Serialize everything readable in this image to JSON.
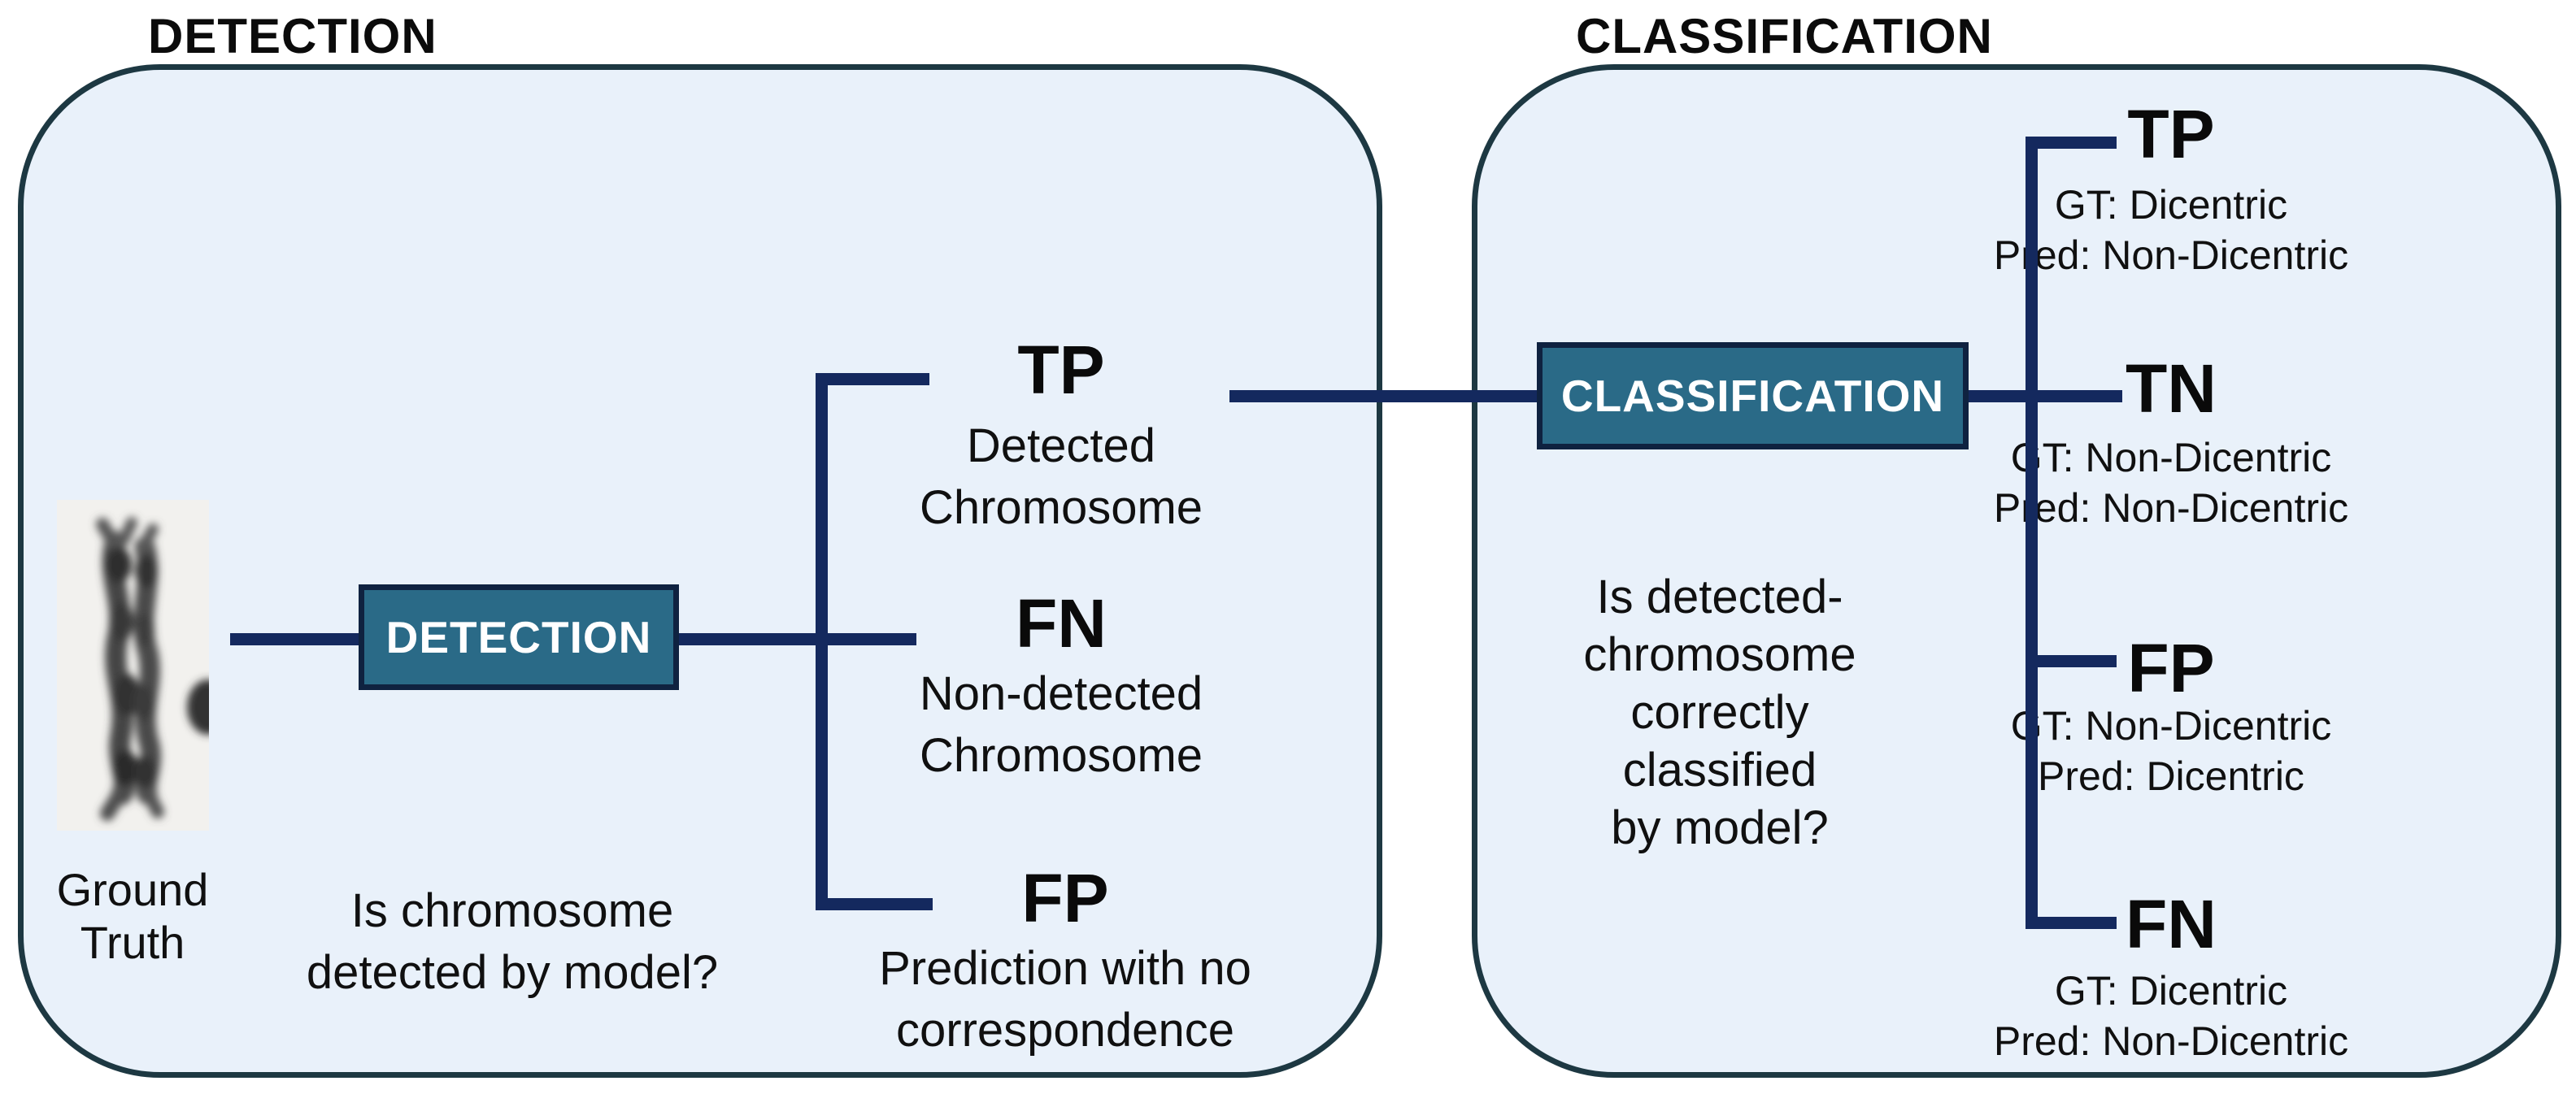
{
  "detection_panel": {
    "title": "DETECTION",
    "box_label": "DETECTION",
    "ground_truth_label": [
      "Ground",
      "Truth"
    ],
    "question_lines": [
      "Is chromosome",
      "detected by model?"
    ],
    "outcomes": [
      {
        "abbr": "TP",
        "desc": [
          "Detected",
          "Chromosome"
        ]
      },
      {
        "abbr": "FN",
        "desc": [
          "Non-detected",
          "Chromosome"
        ]
      },
      {
        "abbr": "FP",
        "desc": [
          "Prediction with no",
          "correspondence"
        ]
      }
    ]
  },
  "classification_panel": {
    "title": "CLASSIFICATION",
    "box_label": "CLASSIFICATION",
    "question_lines": [
      "Is detected-",
      "chromosome",
      "correctly",
      "classified",
      "by model?"
    ],
    "outcomes": [
      {
        "abbr": "TP",
        "gt": "GT: Dicentric",
        "pred": "Pred: Non-Dicentric"
      },
      {
        "abbr": "TN",
        "gt": "GT: Non-Dicentric",
        "pred": "Pred: Non-Dicentric"
      },
      {
        "abbr": "FP",
        "gt": "GT: Non-Dicentric",
        "pred": "Pred: Dicentric"
      },
      {
        "abbr": "FN",
        "gt": "GT: Dicentric",
        "pred": "Pred: Non-Dicentric"
      }
    ]
  },
  "colors": {
    "accent_teal": "#2a6a87",
    "line_navy": "#14295e",
    "panel_fill": "#e9f1fa",
    "panel_border": "#1d3842"
  }
}
